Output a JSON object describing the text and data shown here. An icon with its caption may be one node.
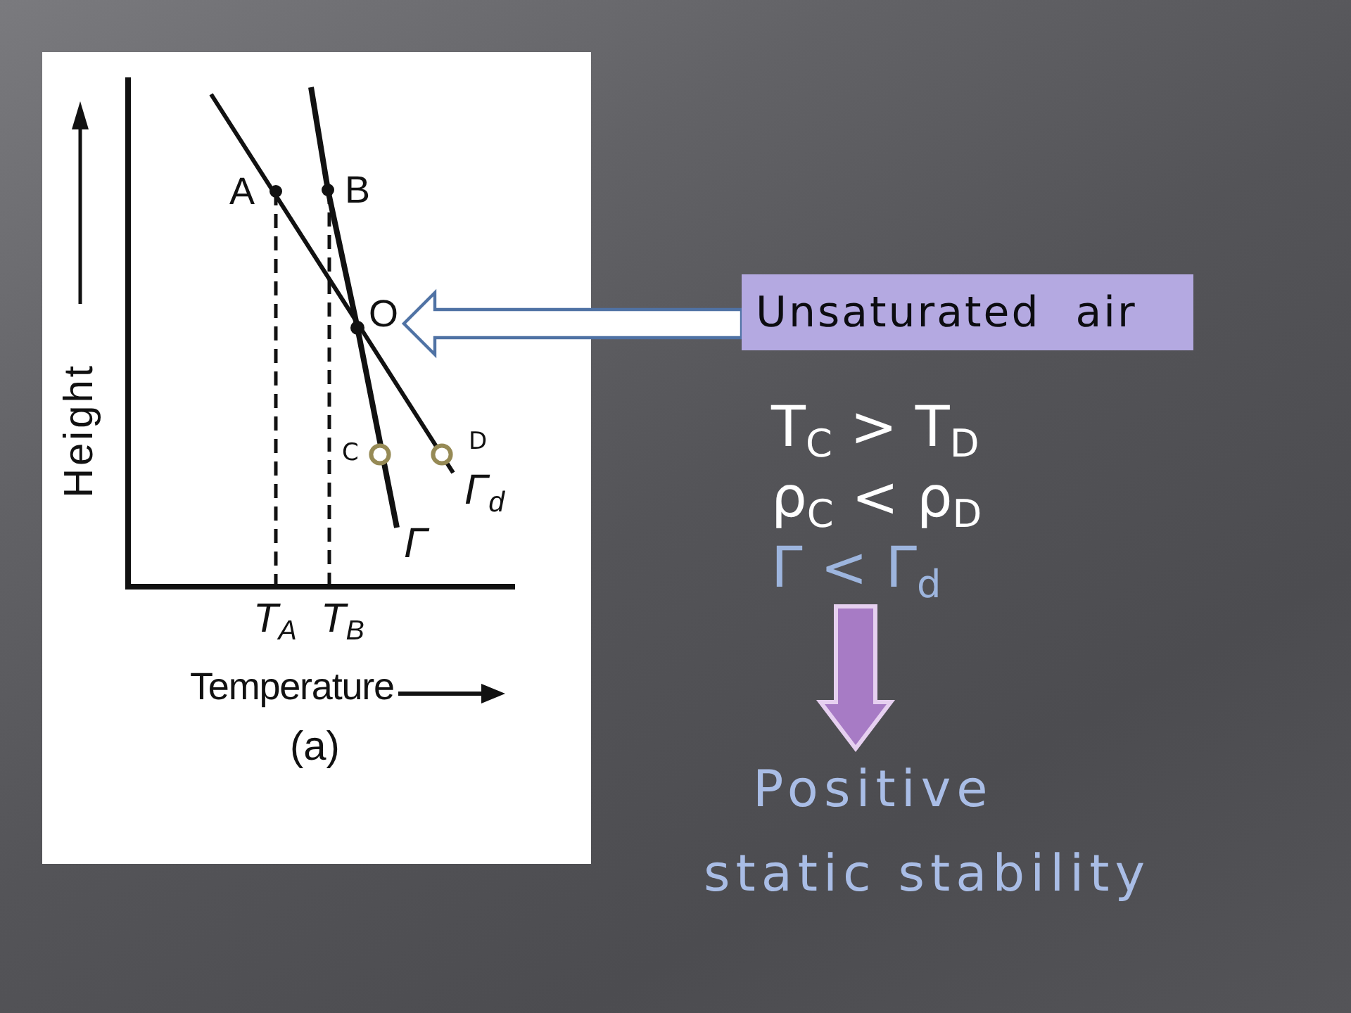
{
  "diagram": {
    "nodes": [
      {
        "text": [
          "O"
        ]
      },
      {
        "text": [
          "Unsaturated air"
        ]
      },
      {
        "text": [
          "T$_{C}$ > T$_{D}$",
          "ρ$_{C}$ < ρ$_{D}$",
          "Γ < Γ$_{d}$"
        ]
      },
      {
        "text": [
          "Positive static stability"
        ]
      }
    ],
    "edges": [
      {
        "from": 1,
        "to": 0,
        "arrow": "to",
        "color": "#4f72a4"
      },
      {
        "from": 2,
        "to": 3,
        "arrow": "to",
        "color": "#a77bc5"
      }
    ],
    "labels": [
      "Height",
      "A",
      "B",
      "C",
      "D",
      "Γ$_{d}$",
      "Γ",
      "T$_{A}$",
      "T$_{B}$",
      "Temperature",
      "(a)"
    ]
  }
}
